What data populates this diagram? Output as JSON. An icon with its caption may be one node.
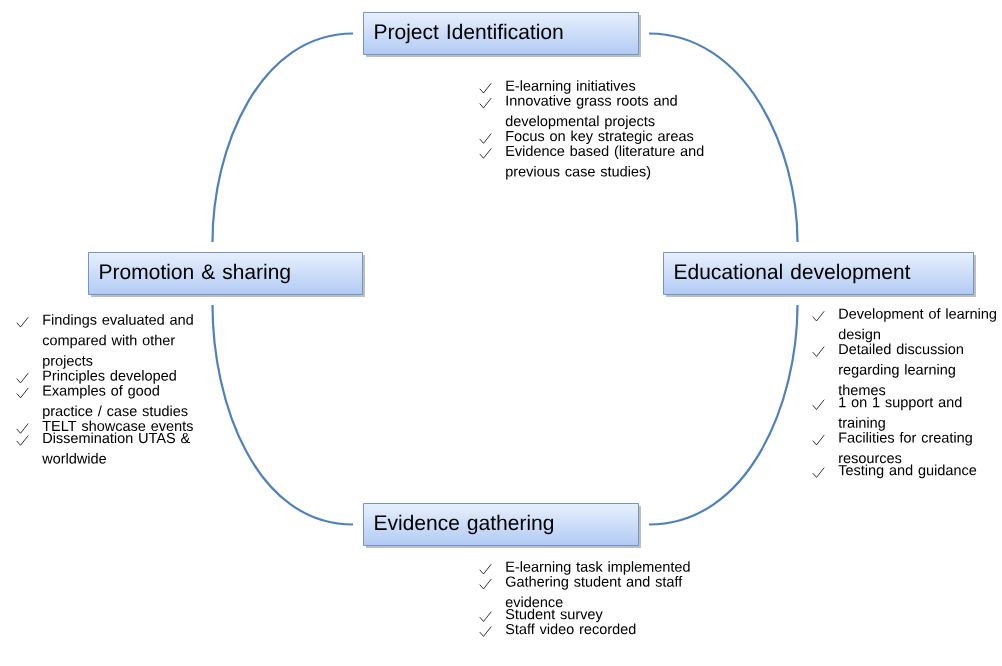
{
  "diagram": {
    "nodes": [
      {
        "text": [
          "Project Identification"
        ],
        "beside": [
          "E-learning initiatives",
          "Innovative grass roots and developmental projects",
          "Focus on key strategic areas",
          "Evidence based (literature and previous case studies)"
        ]
      },
      {
        "text": [
          "Promotion & sharing"
        ],
        "beside": [
          "Findings evaluated and compared with other projects",
          "Principles developed",
          "Examples of good practice / case studies",
          "TELT showcase events",
          "Dissemination UTAS & worldwide"
        ]
      },
      {
        "text": [
          "Educational development"
        ],
        "beside": [
          "Development of learning design",
          "Detailed discussion regarding learning themes",
          "1 on 1 support and training",
          "Facilities for creating resources",
          "Testing and guidance"
        ]
      },
      {
        "text": [
          "Evidence gathering"
        ],
        "beside": [
          "E-learning task implemented",
          "Gathering student and staff evidence",
          "Student survey",
          "Staff video recorded"
        ]
      }
    ],
    "edges": [
      {
        "from": 0,
        "to": 2,
        "arrow": "none"
      },
      {
        "from": 2,
        "to": 3,
        "arrow": "none"
      },
      {
        "from": 3,
        "to": 1,
        "arrow": "none"
      },
      {
        "from": 1,
        "to": 0,
        "arrow": "none"
      }
    ]
  }
}
